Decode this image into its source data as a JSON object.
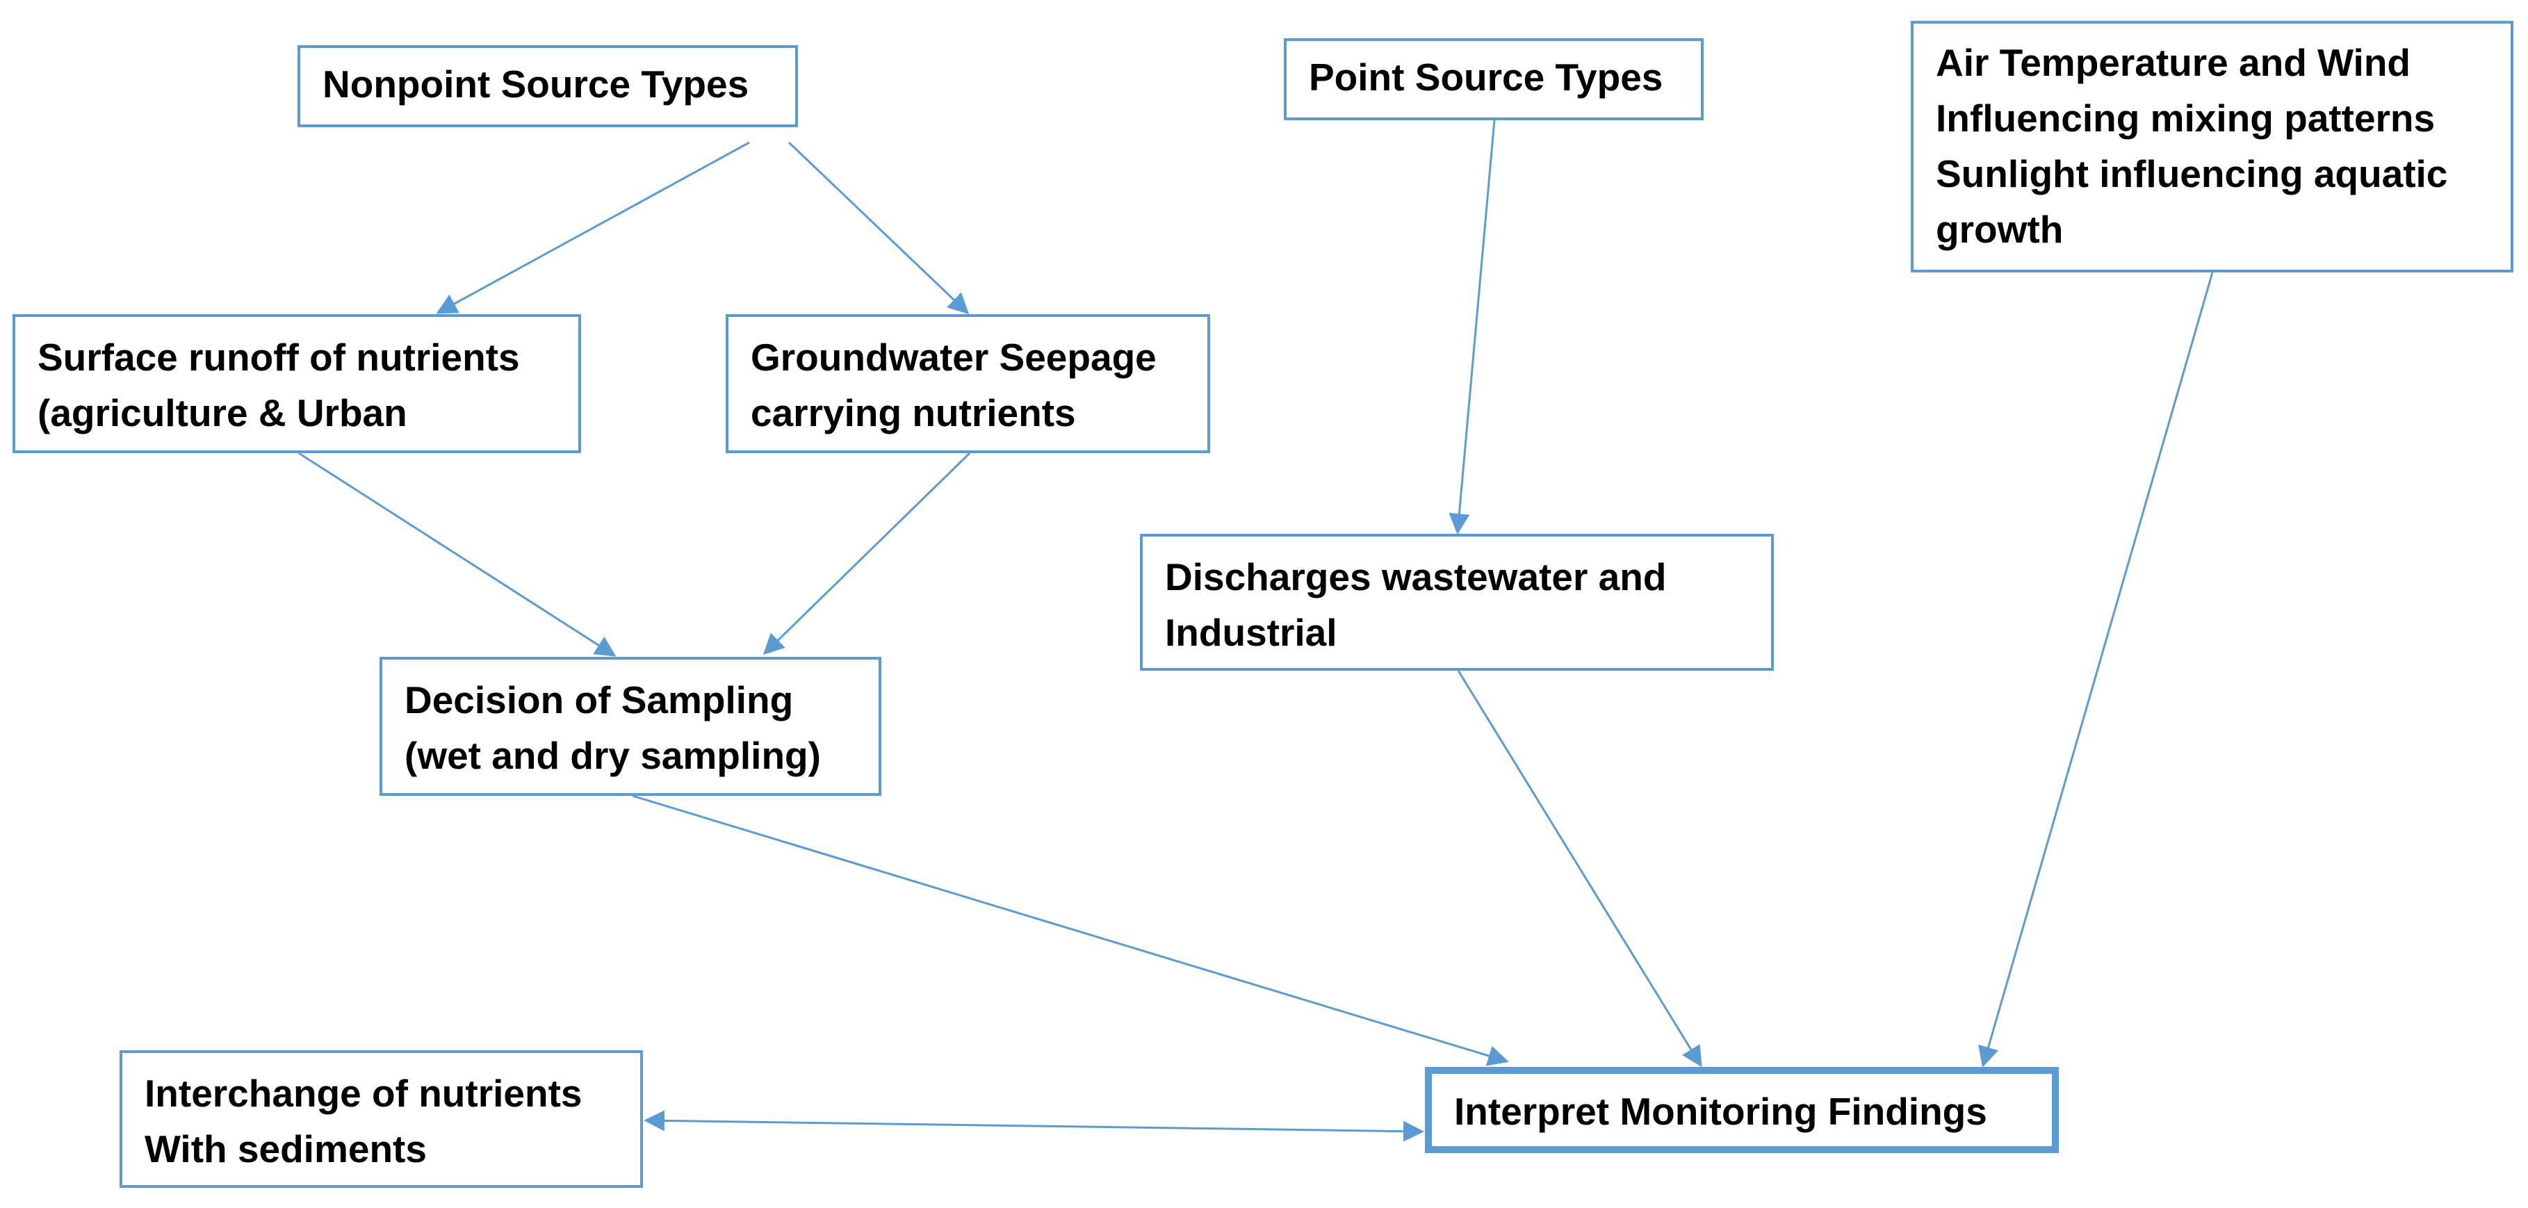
{
  "diagram": {
    "stroke_color": "#5b9bd5",
    "text_color": "#000000",
    "nodes": {
      "nonpoint": {
        "lines": [
          "Nonpoint Source Types"
        ]
      },
      "point": {
        "lines": [
          "Point Source Types"
        ]
      },
      "air": {
        "lines": [
          "Air Temperature and Wind",
          "Influencing mixing patterns",
          "Sunlight influencing aquatic",
          "growth"
        ]
      },
      "surface": {
        "lines": [
          "Surface runoff of nutrients",
          "(agriculture & Urban"
        ]
      },
      "ground": {
        "lines": [
          "Groundwater Seepage",
          "carrying nutrients"
        ]
      },
      "discharge": {
        "lines": [
          "Discharges wastewater and",
          "Industrial"
        ]
      },
      "decision": {
        "lines": [
          "Decision of Sampling",
          "(wet and dry sampling)"
        ]
      },
      "interchange": {
        "lines": [
          "Interchange of nutrients",
          "With sediments"
        ]
      },
      "interpret": {
        "lines": [
          "Interpret Monitoring Findings"
        ]
      }
    },
    "edges": [
      {
        "from": "nonpoint",
        "to": "surface",
        "style": "single-arrow"
      },
      {
        "from": "nonpoint",
        "to": "ground",
        "style": "single-arrow"
      },
      {
        "from": "surface",
        "to": "decision",
        "style": "single-arrow"
      },
      {
        "from": "ground",
        "to": "decision",
        "style": "single-arrow"
      },
      {
        "from": "point",
        "to": "discharge",
        "style": "single-arrow"
      },
      {
        "from": "decision",
        "to": "interpret",
        "style": "single-arrow"
      },
      {
        "from": "discharge",
        "to": "interpret",
        "style": "single-arrow"
      },
      {
        "from": "air",
        "to": "interpret",
        "style": "single-arrow"
      },
      {
        "from": "interchange",
        "to": "interpret",
        "style": "double-arrow"
      }
    ]
  }
}
